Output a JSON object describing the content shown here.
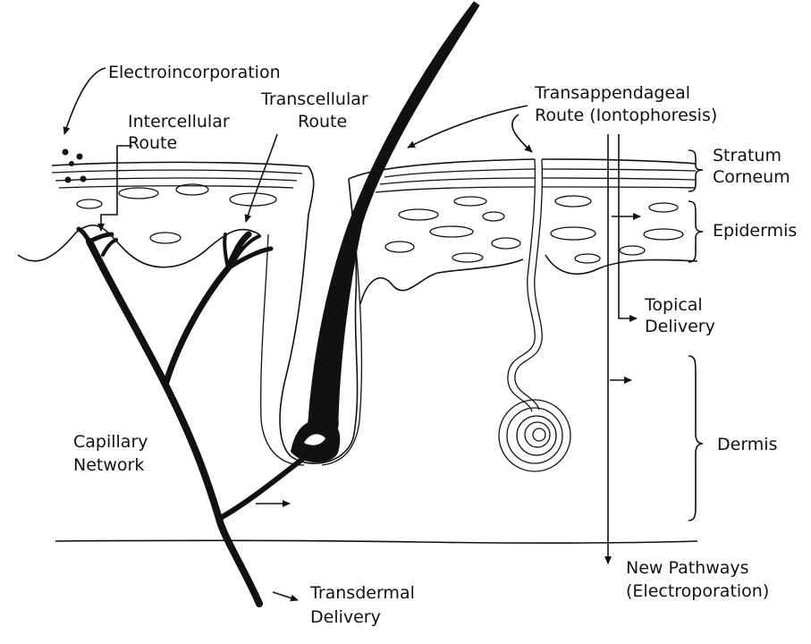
{
  "labels": {
    "electroincorporation": "Electroincorporation",
    "intercellular_1": "Intercellular",
    "intercellular_2": "Route",
    "transcellular_1": "Transcellular",
    "transcellular_2": "Route",
    "transappendageal_1": "Transappendageal",
    "transappendageal_2": "Route  (Iontophoresis)",
    "stratum_1": "Stratum",
    "stratum_2": "Corneum",
    "epidermis": "Epidermis",
    "topical_1": "Topical",
    "topical_2": "Delivery",
    "dermis": "Dermis",
    "capillary_1": "Capillary",
    "capillary_2": "Network",
    "transdermal_1": "Transdermal",
    "transdermal_2": "Delivery",
    "new_pathways_1": "New Pathways",
    "new_pathways_2": "(Electroporation)"
  },
  "colors": {
    "ink": "#111111",
    "background": "#ffffff"
  }
}
